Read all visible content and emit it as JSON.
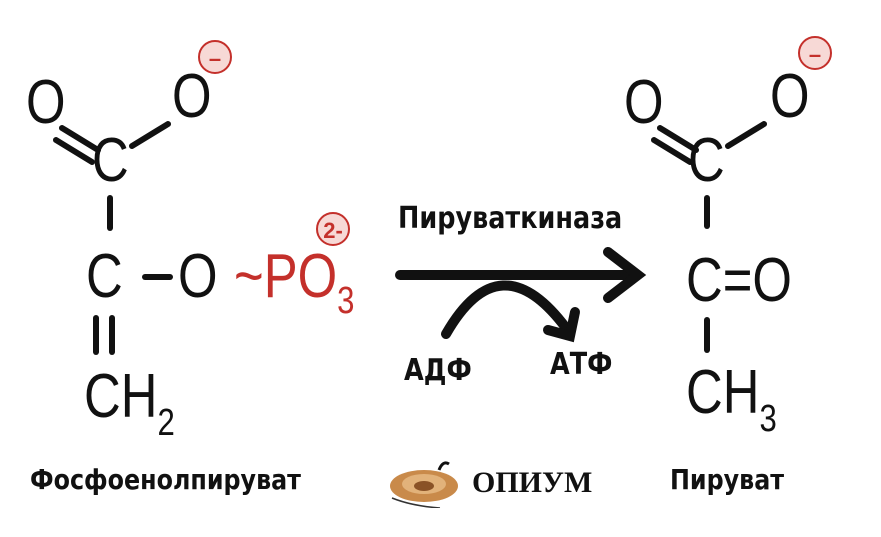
{
  "reactant": {
    "name": "Фосфоенолпируват",
    "atoms": {
      "o_double": "O",
      "o_minus": "O",
      "c1": "C",
      "c2": "C",
      "o_ester": "O",
      "phosphate": "~PO",
      "phosphate_sub": "3",
      "ch": "CH",
      "ch_sub": "2"
    },
    "charge_carboxyl": "–",
    "charge_phosphate": "2-"
  },
  "reaction": {
    "enzyme": "Пируваткиназа",
    "cofactor_in": "АДФ",
    "cofactor_out": "АТФ"
  },
  "product": {
    "name": "Пируват",
    "atoms": {
      "o_double": "O",
      "o_minus": "O",
      "c1": "C",
      "c2": "C=O",
      "ch": "CH",
      "ch_sub": "3"
    },
    "charge_carboxyl": "–"
  },
  "logo": {
    "text": "ОПИУМ"
  },
  "colors": {
    "accent": "#c4302b",
    "ink": "#111111"
  }
}
